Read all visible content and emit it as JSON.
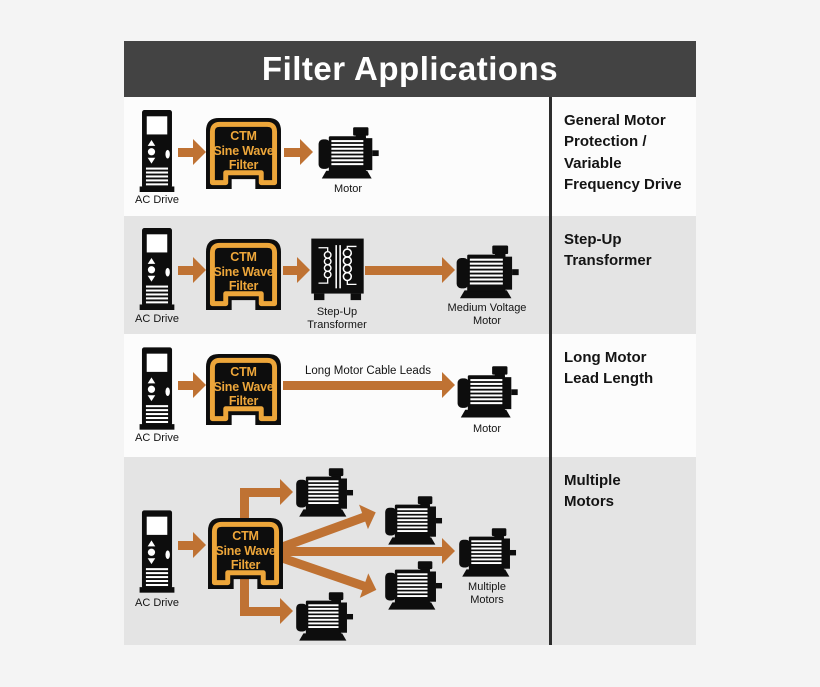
{
  "title": "Filter Applications",
  "filter_box": {
    "line1": "CTM",
    "line2": "Sine Wave",
    "line3": "Filter"
  },
  "colors": {
    "page_bg": "#f4f4f4",
    "banner_bg": "#434343",
    "banner_text": "#ffffff",
    "row_light": "#fcfcfc",
    "row_shaded": "#e4e4e4",
    "divider": "#2d2d2d",
    "arrow": "#bf7233",
    "filter_gold": "#eda63a",
    "icon_black": "#0d0d0d"
  },
  "rows": [
    {
      "application": "General Motor\nProtection /\nVariable\nFrequency Drive",
      "ac_drive": "AC Drive",
      "motor": "Motor"
    },
    {
      "application": "Step-Up\nTransformer",
      "ac_drive": "AC Drive",
      "transformer": "Step-Up\nTransformer",
      "motor": "Medium Voltage\nMotor"
    },
    {
      "application": "Long Motor\nLead Length",
      "ac_drive": "AC Drive",
      "cable": "Long Motor Cable Leads",
      "motor": "Motor"
    },
    {
      "application": "Multiple\nMotors",
      "ac_drive": "AC Drive",
      "motors_caption": "Multiple\nMotors"
    }
  ]
}
